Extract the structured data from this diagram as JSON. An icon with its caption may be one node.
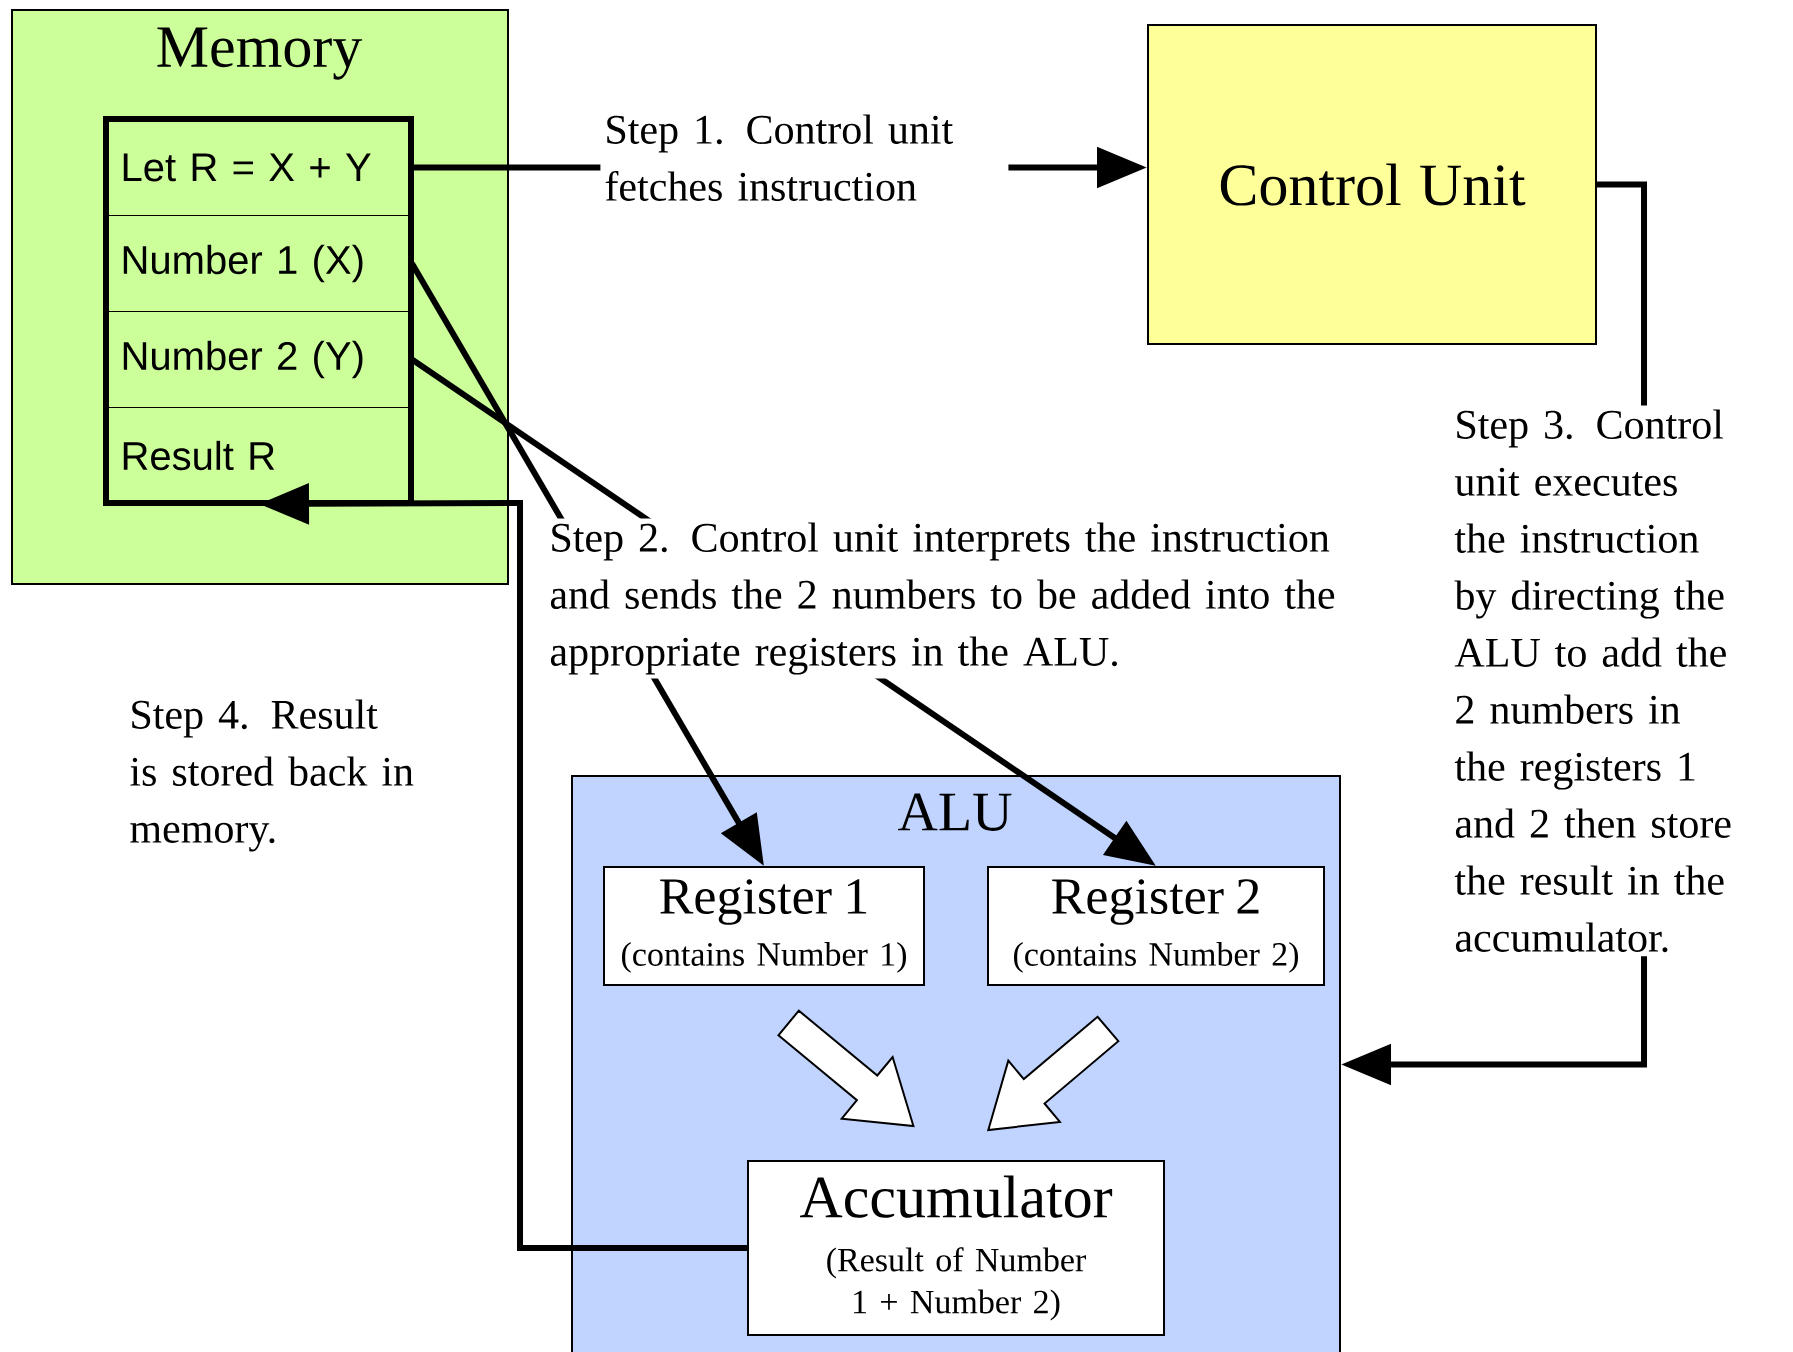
{
  "diagram": {
    "nodes": [
      {
        "text": [
          "Memory"
        ]
      },
      {
        "text": [
          "Let R = X + Y"
        ],
        "in": 0
      },
      {
        "text": [
          "Number 1 (X)"
        ],
        "in": 0
      },
      {
        "text": [
          "Number 2 (Y)"
        ],
        "in": 0
      },
      {
        "text": [
          "Result R"
        ],
        "in": 0
      },
      {
        "text": [
          "Control Unit"
        ]
      },
      {
        "text": [
          "ALU"
        ]
      },
      {
        "text": [
          "Register 1",
          "(contains Number 1)"
        ],
        "in": 6
      },
      {
        "text": [
          "Register 2",
          "(contains Number 2)"
        ],
        "in": 6
      },
      {
        "text": [
          "Accumulator",
          "(Result of Number 1 + Number 2)"
        ],
        "in": 6
      }
    ],
    "edges": [
      {
        "from": 1,
        "to": 5,
        "arrow": "to",
        "label": "Step 1. Control unit fetches instruction"
      },
      {
        "from": 2,
        "to": 7,
        "arrow": "to",
        "label": "Step 2. Control unit interprets the instruction and sends the 2 numbers to be added into the appropriate registers in the ALU."
      },
      {
        "from": 3,
        "to": 8,
        "arrow": "to"
      },
      {
        "from": 5,
        "to": 6,
        "arrow": "to",
        "label": "Step 3. Control unit executes the instruction by directing the ALU to add the 2 numbers in the registers 1 and 2 then store the result in the accumulator."
      },
      {
        "from": 9,
        "to": 4,
        "arrow": "to",
        "label": "Step 4. Result is stored back in memory."
      },
      {
        "from": 7,
        "to": 9,
        "arrow": "to"
      },
      {
        "from": 8,
        "to": 9,
        "arrow": "to"
      }
    ]
  }
}
